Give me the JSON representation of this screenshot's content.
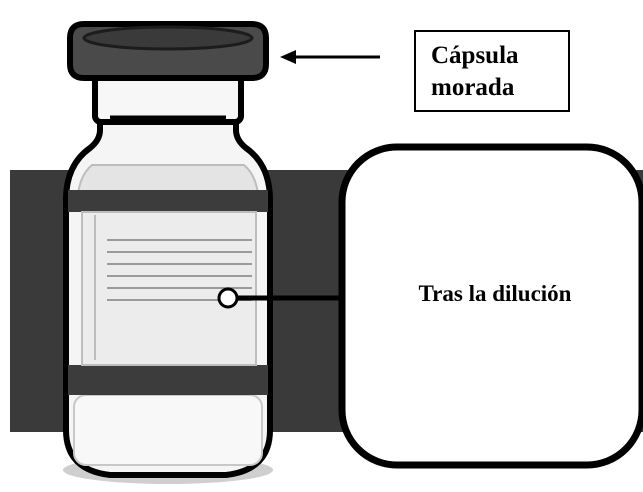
{
  "cap_label": {
    "line1": "Cápsula",
    "line2": "morada"
  },
  "dilution_label": "Tras la dilución",
  "colors": {
    "band": "#3a3a3a",
    "cap": "#4a4a4a",
    "outline": "#000000",
    "background": "#ffffff",
    "glass": "#f3f3f3",
    "label_paper": "#eeeeee",
    "label_lines": "#9a9a9a"
  }
}
